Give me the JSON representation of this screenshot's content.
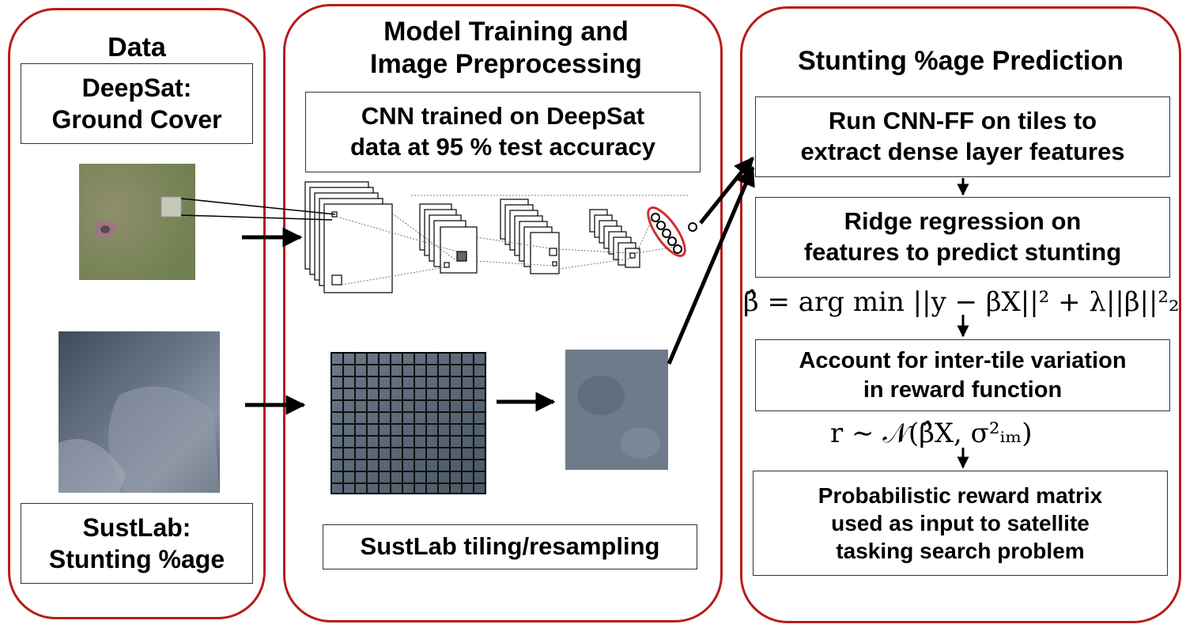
{
  "data_panel": {
    "title": "Data",
    "deepsat_label": "DeepSat:\nGround Cover",
    "sustlab_label": "SustLab:\nStunting %age"
  },
  "model_panel": {
    "title": "Model Training and\nImage Preprocessing",
    "cnn_box": "CNN trained on DeepSat\ndata at 95 % test accuracy",
    "tiling_box": "SustLab tiling/resampling"
  },
  "prediction_panel": {
    "title": "Stunting %age Prediction",
    "step1": "Run CNN-FF on tiles to\nextract dense layer features",
    "step2": "Ridge regression on\nfeatures to predict stunting",
    "equation1": "β̂ = arg min ||y − βX||² + λ||β||²₂",
    "step3": "Account for inter-tile variation\nin reward function",
    "equation2": "r ∼ 𝒩(β̂X, σ²ᵢₘ)",
    "step4": "Probabilistic reward matrix\nused as input to satellite\ntasking search problem"
  },
  "colors": {
    "panel_border": "#b71c1c",
    "arrow": "#000000",
    "highlight": "#d32f2f"
  }
}
